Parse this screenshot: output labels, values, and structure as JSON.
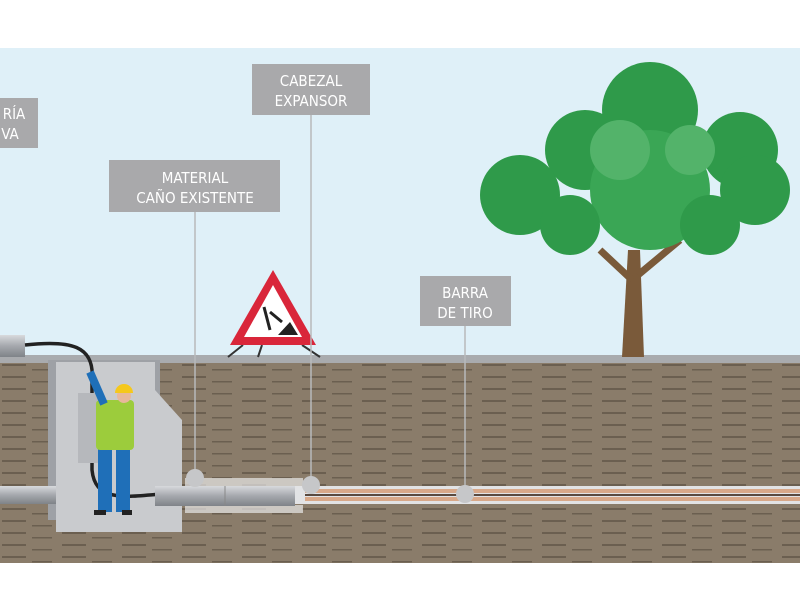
{
  "labels": {
    "partial": {
      "line1": "RÍA",
      "line2": "VA"
    },
    "cabezal": {
      "line1": "CABEZAL",
      "line2": "EXPANSOR"
    },
    "material": {
      "line1": "MATERIAL",
      "line2": "CAÑO EXISTENTE"
    },
    "barra": {
      "line1": "BARRA",
      "line2": "DE TIRO"
    }
  },
  "colors": {
    "sky": "#dff0f8",
    "soil": "#8a7c6a",
    "label_box": "#a9a9ab",
    "tree_green": "#2f9a4a",
    "trunk": "#7a5a3a",
    "sign_red": "#d9263a",
    "worker_vest": "#9ccc3c",
    "worker_suit": "#1f6fb8",
    "helmet": "#f5c81c"
  }
}
